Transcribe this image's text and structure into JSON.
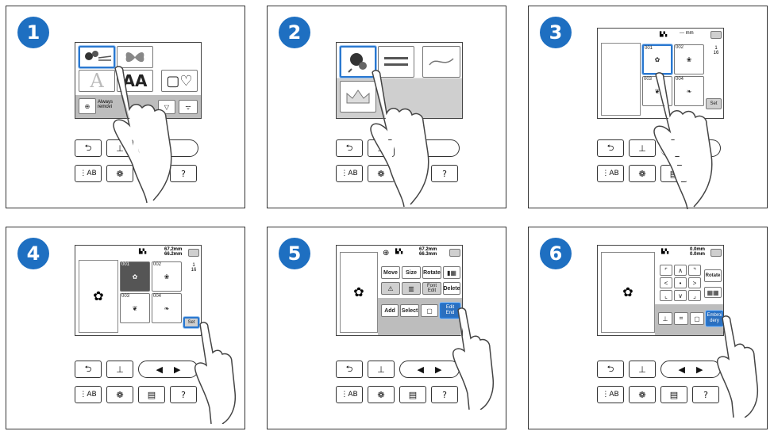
{
  "steps": [
    "1",
    "2",
    "3",
    "4",
    "5",
    "6"
  ],
  "controls": {
    "back": "⮌",
    "needle": "⊥",
    "left": "◀",
    "right": "▶"
  },
  "screen1": {
    "always_label": "Always",
    "removing_label": "removi",
    "font_a1": "A",
    "font_a2": "AA"
  },
  "screen3": {
    "thumbs": [
      "001",
      "002",
      "003",
      "004"
    ],
    "size_placeholder": "--- mm",
    "page_top": "1",
    "page_bottom": "16",
    "set_label": "Set"
  },
  "screen4": {
    "thumbs": [
      "001",
      "002",
      "003",
      "004"
    ],
    "width": "67.2mm",
    "height": "66.2mm",
    "page_top": "1",
    "page_bottom": "16",
    "set_label": "Set"
  },
  "screen5": {
    "width": "67.2mm",
    "height": "66.3mm",
    "move": "Move",
    "size": "Size",
    "rotate": "Rotate",
    "font_edit": "Font Edit",
    "delete": "Delete",
    "add": "Add",
    "select": "Select",
    "edit_end": "Edit End"
  },
  "screen6": {
    "width": "0.0mm",
    "height": "0.0mm",
    "rotate": "Rotate",
    "embroidery": "Embroi dery"
  },
  "colors": {
    "step_badge": "#1e6fc1",
    "highlight": "#2a78d0"
  }
}
